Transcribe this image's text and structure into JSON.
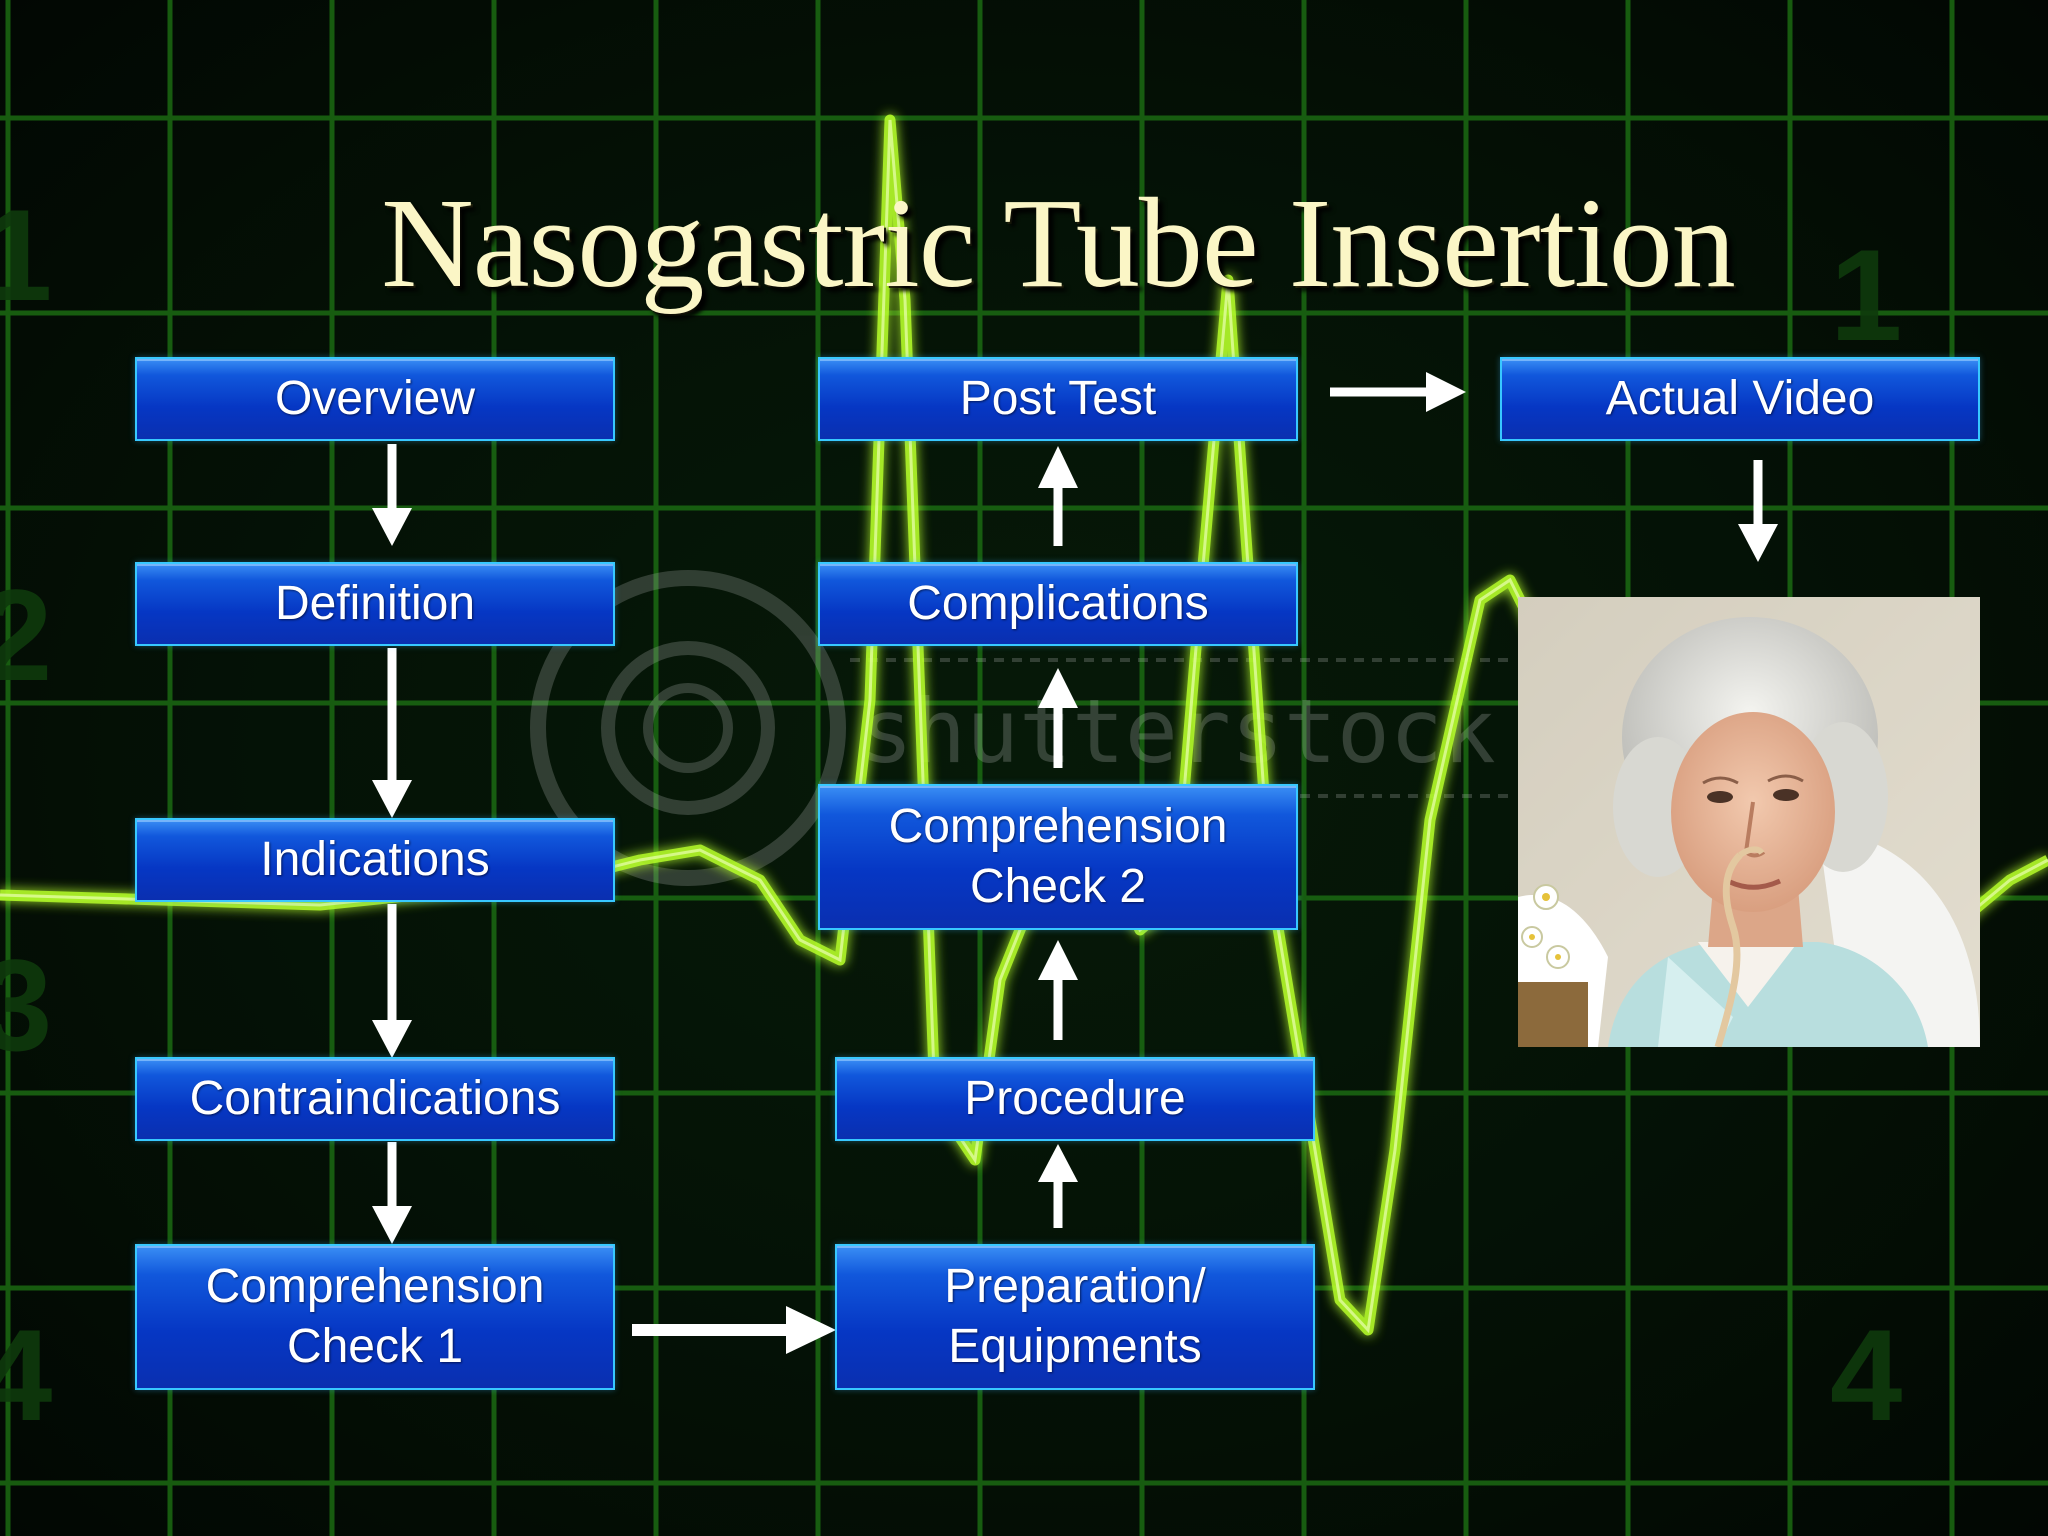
{
  "slide": {
    "title": "Nasogastric Tube Insertion",
    "watermark": "shutterstock",
    "background_colors": {
      "grid": "#1b6a12",
      "trace": "#b7ff2a",
      "base": "#041006"
    }
  },
  "nodes": {
    "overview": "Overview",
    "definition": "Definition",
    "indications": "Indications",
    "contraindications": "Contraindications",
    "comprehension_check_1": "Comprehension\nCheck 1",
    "preparation_equipments": "Preparation/\nEquipments",
    "procedure": "Procedure",
    "comprehension_check_2": "Comprehension\nCheck 2",
    "complications": "Complications",
    "post_test": "Post Test",
    "actual_video": "Actual Video"
  },
  "flow": [
    [
      "overview",
      "definition"
    ],
    [
      "definition",
      "indications"
    ],
    [
      "indications",
      "contraindications"
    ],
    [
      "contraindications",
      "comprehension_check_1"
    ],
    [
      "comprehension_check_1",
      "preparation_equipments"
    ],
    [
      "preparation_equipments",
      "procedure"
    ],
    [
      "procedure",
      "comprehension_check_2"
    ],
    [
      "comprehension_check_2",
      "complications"
    ],
    [
      "complications",
      "post_test"
    ],
    [
      "post_test",
      "actual_video"
    ],
    [
      "actual_video",
      "patient_photo"
    ]
  ],
  "patient_photo": {
    "icon": "elderly-woman-with-nasogastric-tube-photo"
  }
}
